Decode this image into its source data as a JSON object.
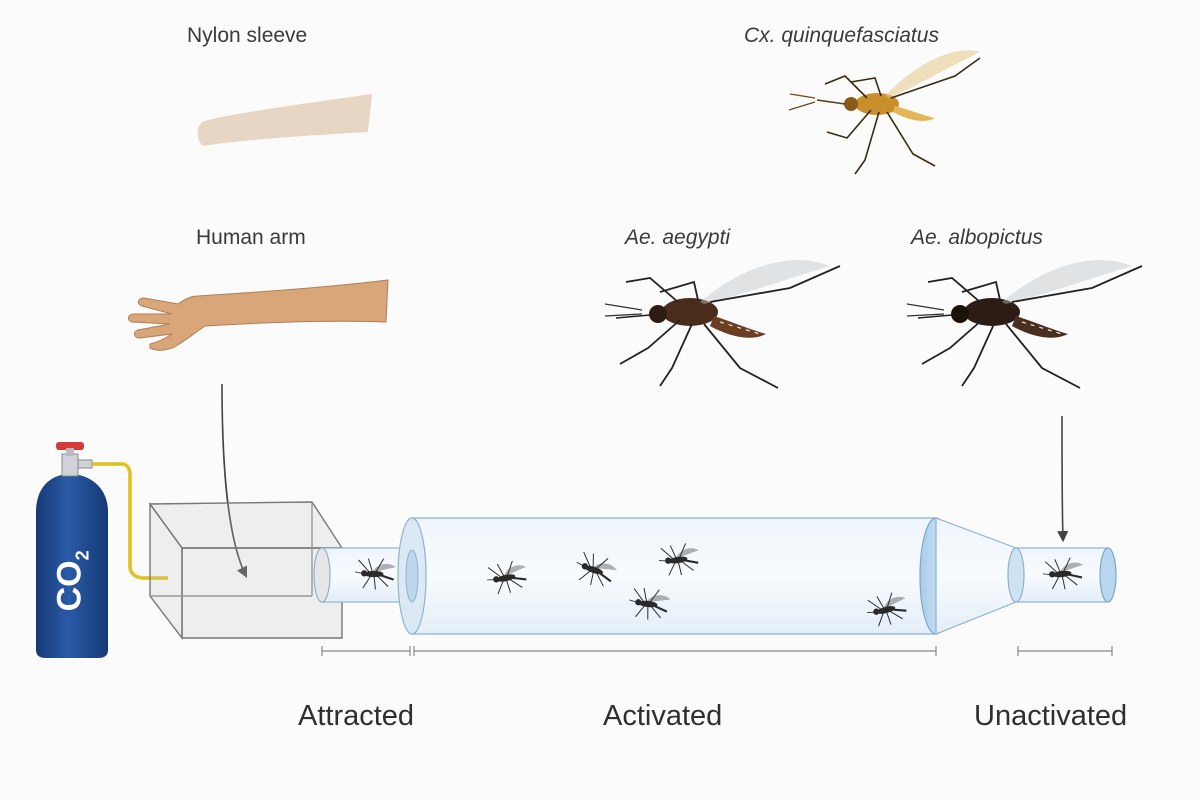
{
  "labels": {
    "nylon_sleeve": "Nylon sleeve",
    "human_arm": "Human arm",
    "cx_quinque": "Cx. quinquefasciatus",
    "ae_aegypti": "Ae. aegypti",
    "ae_albopictus": "Ae. albopictus",
    "co2_main": "CO",
    "co2_sub": "2"
  },
  "zones": {
    "attracted": "Attracted",
    "activated": "Activated",
    "unactivated": "Unactivated"
  },
  "colors": {
    "cylinder_blue": "#6aa7d6",
    "co2_tank": "#1f4a8f",
    "valve_red": "#d33a3a",
    "tube_yellow": "#e8cf3a",
    "cx_body": "#d9a43a",
    "aedes_body": "#3a2418",
    "arm_skin": "#d9a679",
    "sleeve": "#e8d6c4"
  },
  "icons": [
    "co2-tank-icon",
    "mosquito-icon",
    "human-arm-icon",
    "nylon-sleeve-icon",
    "arrow-icon"
  ]
}
